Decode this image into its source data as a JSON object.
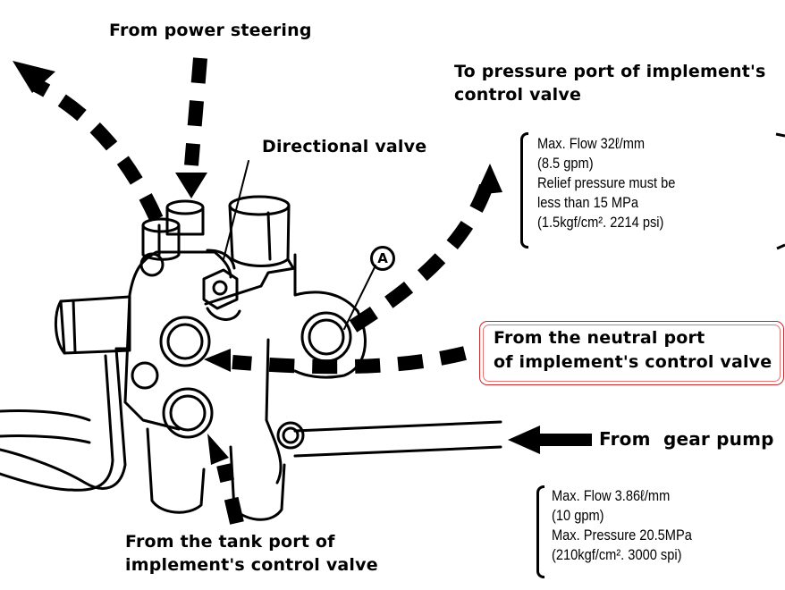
{
  "diagram": {
    "type": "hydraulic-valve-flow-diagram",
    "labels": {
      "power_steering": "From power steering",
      "pressure_port_line1": "To pressure port of implement's",
      "pressure_port_line2": "control valve",
      "directional_valve": "Directional valve",
      "callout_a": "A",
      "neutral_port_line1": "From the neutral port",
      "neutral_port_line2": "of implement's control valve",
      "gear_pump": "From  gear pump",
      "tank_port_line1": "From the tank port of",
      "tank_port_line2": "implement's control valve"
    },
    "specs_pressure_port": [
      "Max. Flow 32ℓ/mm",
      "(8.5 gpm)",
      "Relief pressure must be",
      "less than 15 MPa",
      "(1.5kgf/cm². 2214 psi)"
    ],
    "specs_gear_pump": [
      "Max. Flow 3.86ℓ/mm",
      "(10 gpm)",
      "Max. Pressure 20.5MPa",
      "(210kgf/cm². 3000 spi)"
    ],
    "colors": {
      "ink": "#000000",
      "background": "#ffffff",
      "highlight_border": "#c62828"
    },
    "icons": {
      "flow_arrows": "dashed-arrow-icon",
      "solid_arrow": "solid-arrow-icon",
      "callout": "circled-letter-icon"
    }
  }
}
